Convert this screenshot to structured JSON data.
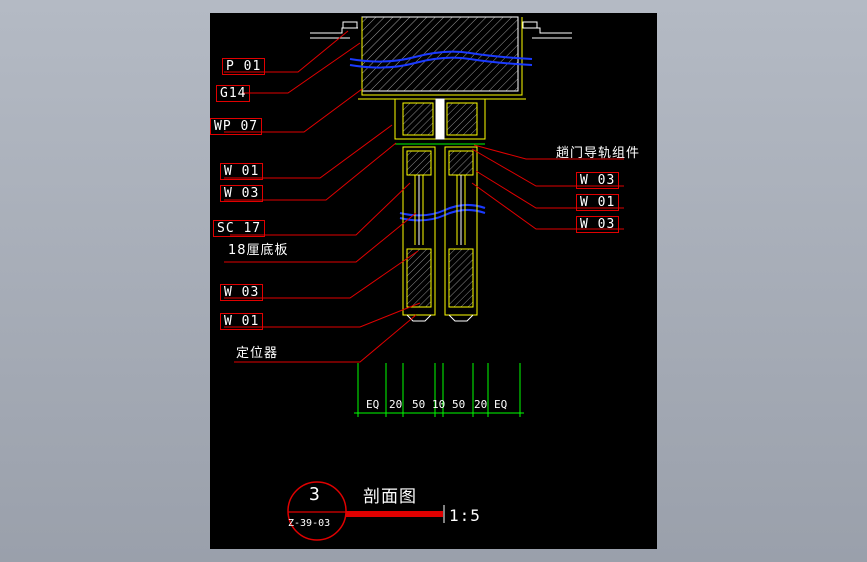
{
  "colors": {
    "background": "#000000",
    "leader": "#e00000",
    "outline": "#ffff00",
    "dimension": "#00ff00",
    "break_line": "#1a3aff",
    "text": "#ffffff"
  },
  "left_labels": [
    "P 01",
    "G14",
    "WP 07",
    "W 01",
    "W 03",
    "SC 17",
    "18厘底板",
    "W 03",
    "W 01",
    "定位器"
  ],
  "right_labels": [
    "趟门导轨组件",
    "W 03",
    "W 01",
    "W 03"
  ],
  "dimensions": [
    "EQ",
    "20",
    "50",
    "10",
    "50",
    "20",
    "EQ"
  ],
  "title_block": {
    "number": "3",
    "sheet_ref": "Z-39-03",
    "title": "剖面图",
    "scale": "1:5"
  }
}
